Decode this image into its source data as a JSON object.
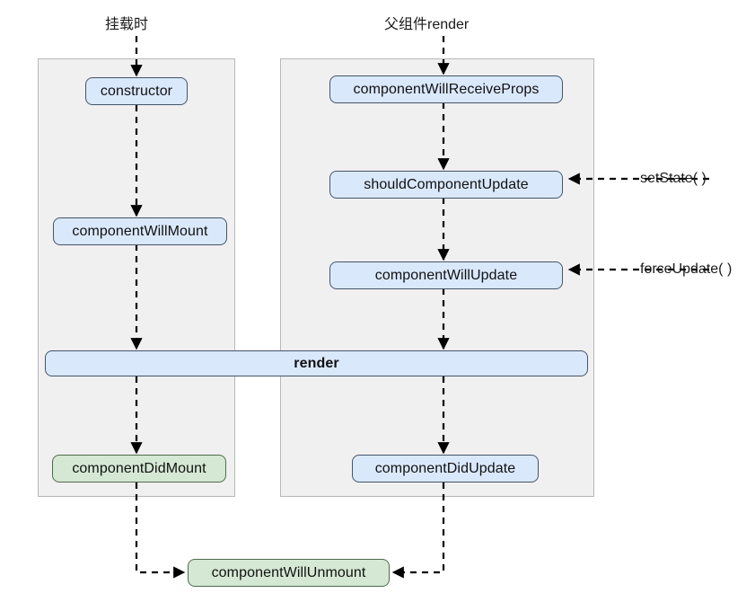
{
  "diagram": {
    "title_mount": "挂载时",
    "title_update": "父组件render",
    "panels": [
      {
        "name": "mounting-phase-panel"
      },
      {
        "name": "updating-phase-panel"
      }
    ],
    "nodes": {
      "constructor": "constructor",
      "component_will_mount": "componentWillMount",
      "component_did_mount": "componentDidMount",
      "component_will_receive_props": "componentWillReceiveProps",
      "should_component_update": "shouldComponentUpdate",
      "component_will_update": "componentWillUpdate",
      "component_did_update": "componentDidUpdate",
      "render": "render",
      "component_will_unmount": "componentWillUnmount"
    },
    "triggers": {
      "set_state": "setState( )",
      "force_update": "forceUpdate( )"
    },
    "colors": {
      "blue_fill": "#dae8fc",
      "blue_stroke": "#44546a",
      "green_fill": "#d5e8d4",
      "green_stroke": "#4f6b4c",
      "panel_fill": "#f0f0f0",
      "panel_stroke": "#b8b8b8",
      "edge": "#000000",
      "background": "#ffffff"
    }
  }
}
